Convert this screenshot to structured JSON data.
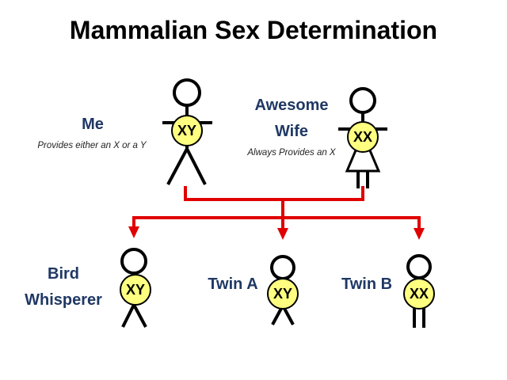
{
  "title": "Mammalian Sex Determination",
  "colors": {
    "label_text": "#1f3864",
    "chromosome_fill": "#ffff80",
    "arrow": "#e00000",
    "figure_stroke": "#000000"
  },
  "parents": {
    "father": {
      "name": "Me",
      "note": "Provides either an X or a Y",
      "chromosomes": "XY"
    },
    "mother": {
      "name_line1": "Awesome",
      "name_line2": "Wife",
      "note": "Always Provides an X",
      "chromosomes": "XX"
    }
  },
  "children": {
    "first": {
      "name_line1": "Bird",
      "name_line2": "Whisperer",
      "chromosomes": "XY"
    },
    "twin_a": {
      "name": "Twin A",
      "chromosomes": "XY"
    },
    "twin_b": {
      "name": "Twin B",
      "chromosomes": "XX"
    }
  }
}
